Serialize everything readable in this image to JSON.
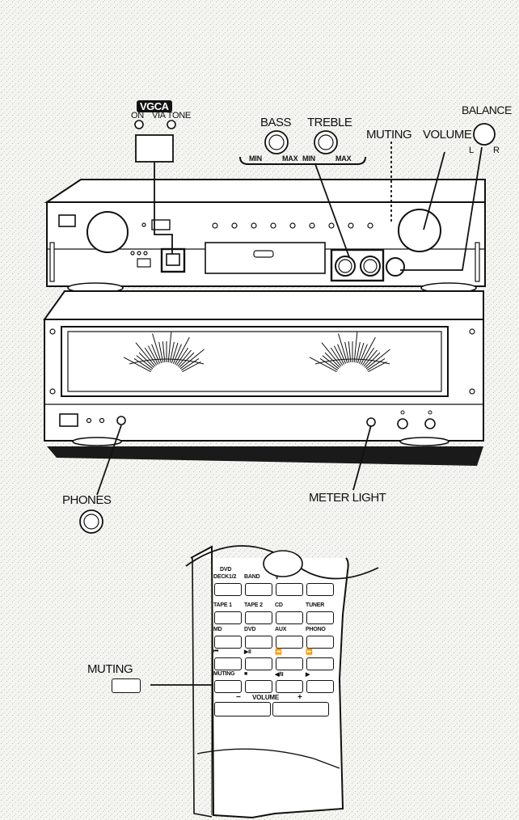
{
  "labels": {
    "vgca": "VGCA",
    "on": "ON",
    "via_tone": "VIA TONE",
    "bass": "BASS",
    "treble": "TREBLE",
    "min_1": "MIN",
    "max_1": "MAX",
    "min_2": "MIN",
    "max_2": "MAX",
    "muting": "MUTING",
    "volume": "VOLUME",
    "balance": "BALANCE",
    "balance_l": "L",
    "balance_r": "R",
    "phones": "PHONES",
    "meter_light": "METER LIGHT",
    "remote_muting": "MUTING"
  },
  "remote": {
    "top_label": "DVD",
    "rows": [
      [
        "DECK1/2",
        "BAND",
        "∨",
        ""
      ],
      [
        "TAPE 1",
        "TAPE 2",
        "CD",
        "TUNER"
      ],
      [
        "MD",
        "DVD",
        "AUX",
        "PHONO"
      ],
      [
        "⏮",
        "▶II",
        "⏪",
        "⏩"
      ],
      [
        "MUTING",
        "■",
        "◀/II",
        "▶"
      ]
    ],
    "volume_label": "VOLUME",
    "volume_minus": "−",
    "volume_plus": "+"
  }
}
